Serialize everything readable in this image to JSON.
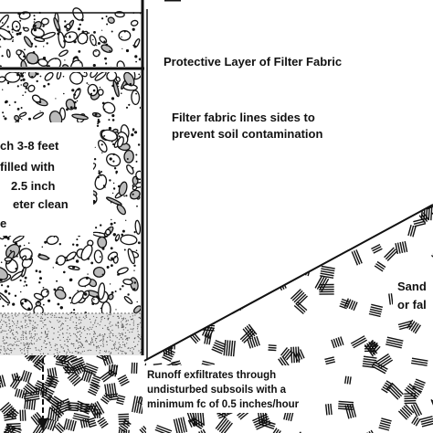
{
  "labels": {
    "protective_layer": "Protective Layer of Filter Fabric",
    "filter_fabric_line1": "Filter fabric lines sides to",
    "filter_fabric_line2": "prevent soil contamination",
    "trench_line1": "ch 3-8 feet",
    "trench_line2": " filled with",
    "trench_line3": "2.5 inch",
    "trench_line4": "eter clean",
    "trench_line5": "e",
    "sand_line1": "Sand",
    "sand_line2": "or fal",
    "runoff_line1": "Runoff exfiltrates through",
    "runoff_line2": "undisturbed subsoils with a",
    "runoff_line3": "minimum fc of 0.5 inches/hour"
  },
  "colors": {
    "ink": "#111111",
    "background": "#ffffff",
    "sand_layer": "#e6e6e6"
  }
}
